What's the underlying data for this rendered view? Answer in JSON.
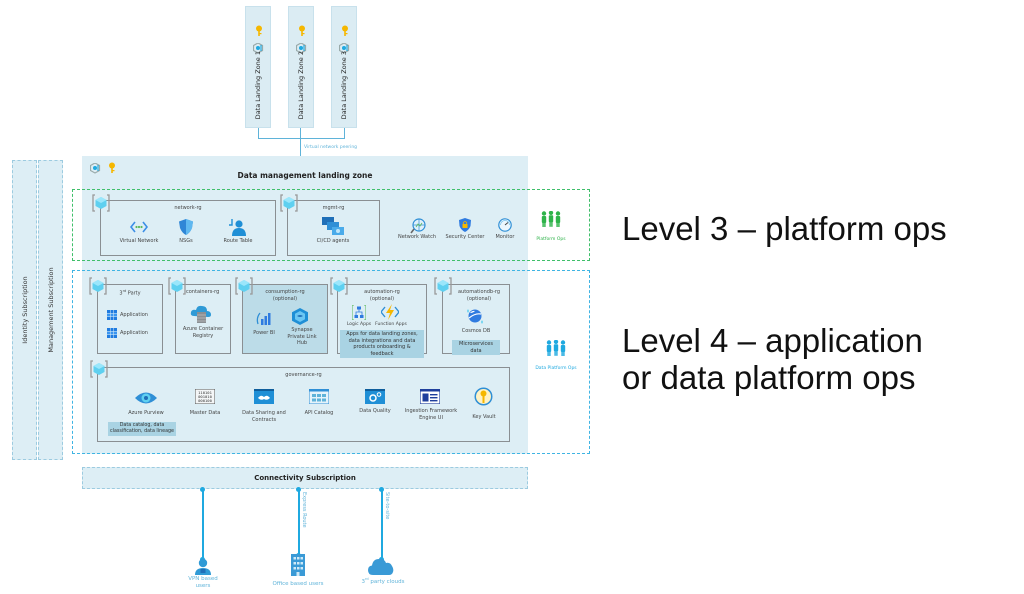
{
  "landing_zones": [
    {
      "label": "Data Landing Zone 1"
    },
    {
      "label": "Data Landing Zone 2"
    },
    {
      "label": "Data Landing Zone 3"
    }
  ],
  "peering_label": "Virtual network peering",
  "subscriptions": {
    "identity": "Identity Subscription",
    "management": "Management Subscription",
    "connectivity": "Connectivity Subscription"
  },
  "dmlz_title": "Data management landing zone",
  "network_rg": {
    "label": "network-rg",
    "items": [
      "Virtual Network",
      "NSGs",
      "Route Table"
    ]
  },
  "mgmt_rg": {
    "label": "mgmt-rg",
    "items": [
      "CI/CD agents"
    ]
  },
  "platform_tools": [
    "Network Watch",
    "Security Center",
    "Monitor"
  ],
  "platform_ops_label": "Platform Ops",
  "third_party": {
    "label_main": "3",
    "label_sup": "rd",
    "label_rest": " Party",
    "items": [
      "Application",
      "Application"
    ]
  },
  "containers_rg": {
    "label": "containers-rg",
    "items": [
      "Azure Container Registry"
    ]
  },
  "consumption_rg": {
    "label": "consumption-rg",
    "sublabel": "(optional)",
    "items": [
      "Power BI",
      "Synapse Private Link Hub"
    ]
  },
  "automation_rg": {
    "label": "automation-rg",
    "sublabel": "(optional)",
    "items": [
      "Logic Apps",
      "Function Apps"
    ],
    "note": "Apps for data landing zones, data integrations and data products onboarding & feedback"
  },
  "automationdb_rg": {
    "label": "automationdb-rg",
    "sublabel": "(optional)",
    "items": [
      "Cosmos DB"
    ],
    "note": "Microservices data"
  },
  "data_platform_ops_label": "Data Platform Ops",
  "governance_rg": {
    "label": "governance-rg",
    "items": [
      "Azure Purview",
      "Master Data",
      "Data Sharing and Contracts",
      "API Catalog",
      "Data Quality",
      "Ingestion Framework Engine UI",
      "Key Vault"
    ],
    "purview_note": "Data catalog, data classification, data lineage"
  },
  "connections": {
    "express_route": "Express Route",
    "site_to_site": "Site-to-site"
  },
  "endpoints": {
    "vpn": "VPN based users",
    "office": "Office based users",
    "clouds_main": "3",
    "clouds_sup": "rd",
    "clouds_rest": " party clouds"
  },
  "levels": {
    "level3": "Level 3 – platform ops",
    "level4_line1": "Level 4 – application",
    "level4_line2": "or data platform ops"
  },
  "colors": {
    "azure_blue": "#1fa9e0",
    "platform_green": "#2fb34a",
    "panel_bg": "#ddeef5",
    "key_yellow": "#f5b700"
  }
}
